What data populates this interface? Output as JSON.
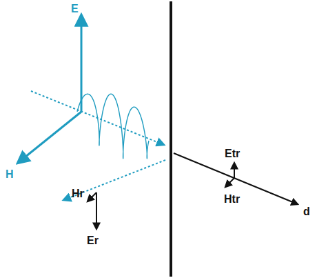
{
  "diagram": {
    "labels": [
      "E",
      "H",
      "Hr",
      "Er",
      "Etr",
      "Htr",
      "d"
    ]
  }
}
